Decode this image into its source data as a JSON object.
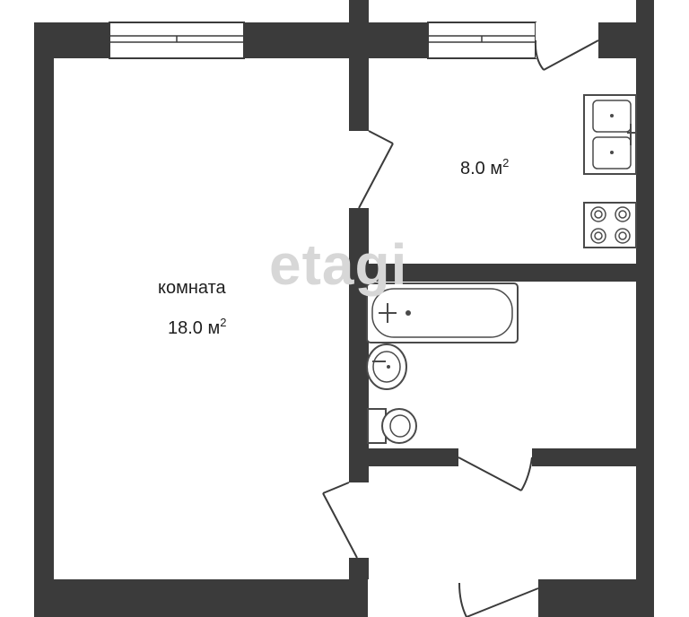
{
  "rooms": {
    "kitchen": {
      "area": "8.0 м",
      "unit_exp": "2"
    },
    "living": {
      "name": "комната",
      "area": "18.0 м",
      "unit_exp": "2"
    }
  },
  "watermark": "etagi",
  "colors": {
    "wall": "#3b3b3b",
    "fixture_stroke": "#4a4a4a",
    "background": "#ffffff",
    "watermark": "#d7d7d7"
  }
}
